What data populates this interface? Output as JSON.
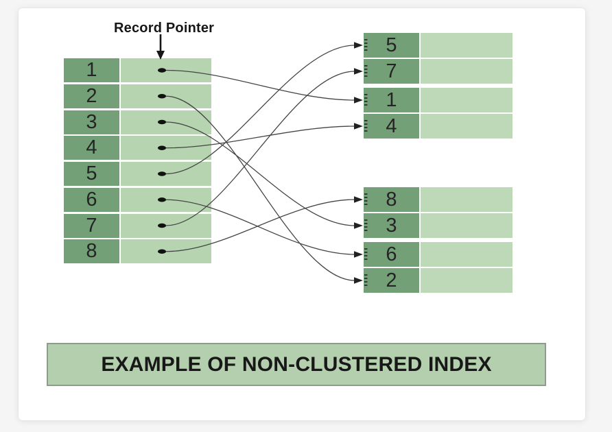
{
  "diagram": {
    "record_pointer_label": "Record Pointer",
    "index_table": {
      "rows": [
        "1",
        "2",
        "3",
        "4",
        "5",
        "6",
        "7",
        "8"
      ]
    },
    "data_page_top": {
      "rows": [
        "5",
        "7",
        "1",
        "4"
      ]
    },
    "data_page_bottom": {
      "rows": [
        "8",
        "3",
        "6",
        "2"
      ]
    },
    "connections": [
      {
        "from": "1",
        "page": "top",
        "to": "1"
      },
      {
        "from": "2",
        "page": "bottom",
        "to": "2"
      },
      {
        "from": "3",
        "page": "bottom",
        "to": "3"
      },
      {
        "from": "4",
        "page": "top",
        "to": "4"
      },
      {
        "from": "5",
        "page": "top",
        "to": "5"
      },
      {
        "from": "6",
        "page": "bottom",
        "to": "6"
      },
      {
        "from": "7",
        "page": "top",
        "to": "7"
      },
      {
        "from": "8",
        "page": "bottom",
        "to": "8"
      }
    ]
  },
  "caption": {
    "text": "EXAMPLE OF NON-CLUSTERED INDEX"
  },
  "theme": {
    "key_cell": "#74a078",
    "pointer_cell": "#b7d4b1",
    "data_cell": "#bed9b8",
    "caption_bg": "#b3cfad",
    "caption_border": "#8d9c8d",
    "connector": "#454545",
    "text": "#1d1d1d",
    "card_bg": "#ffffff",
    "page_bg": "#f5f5f5"
  }
}
